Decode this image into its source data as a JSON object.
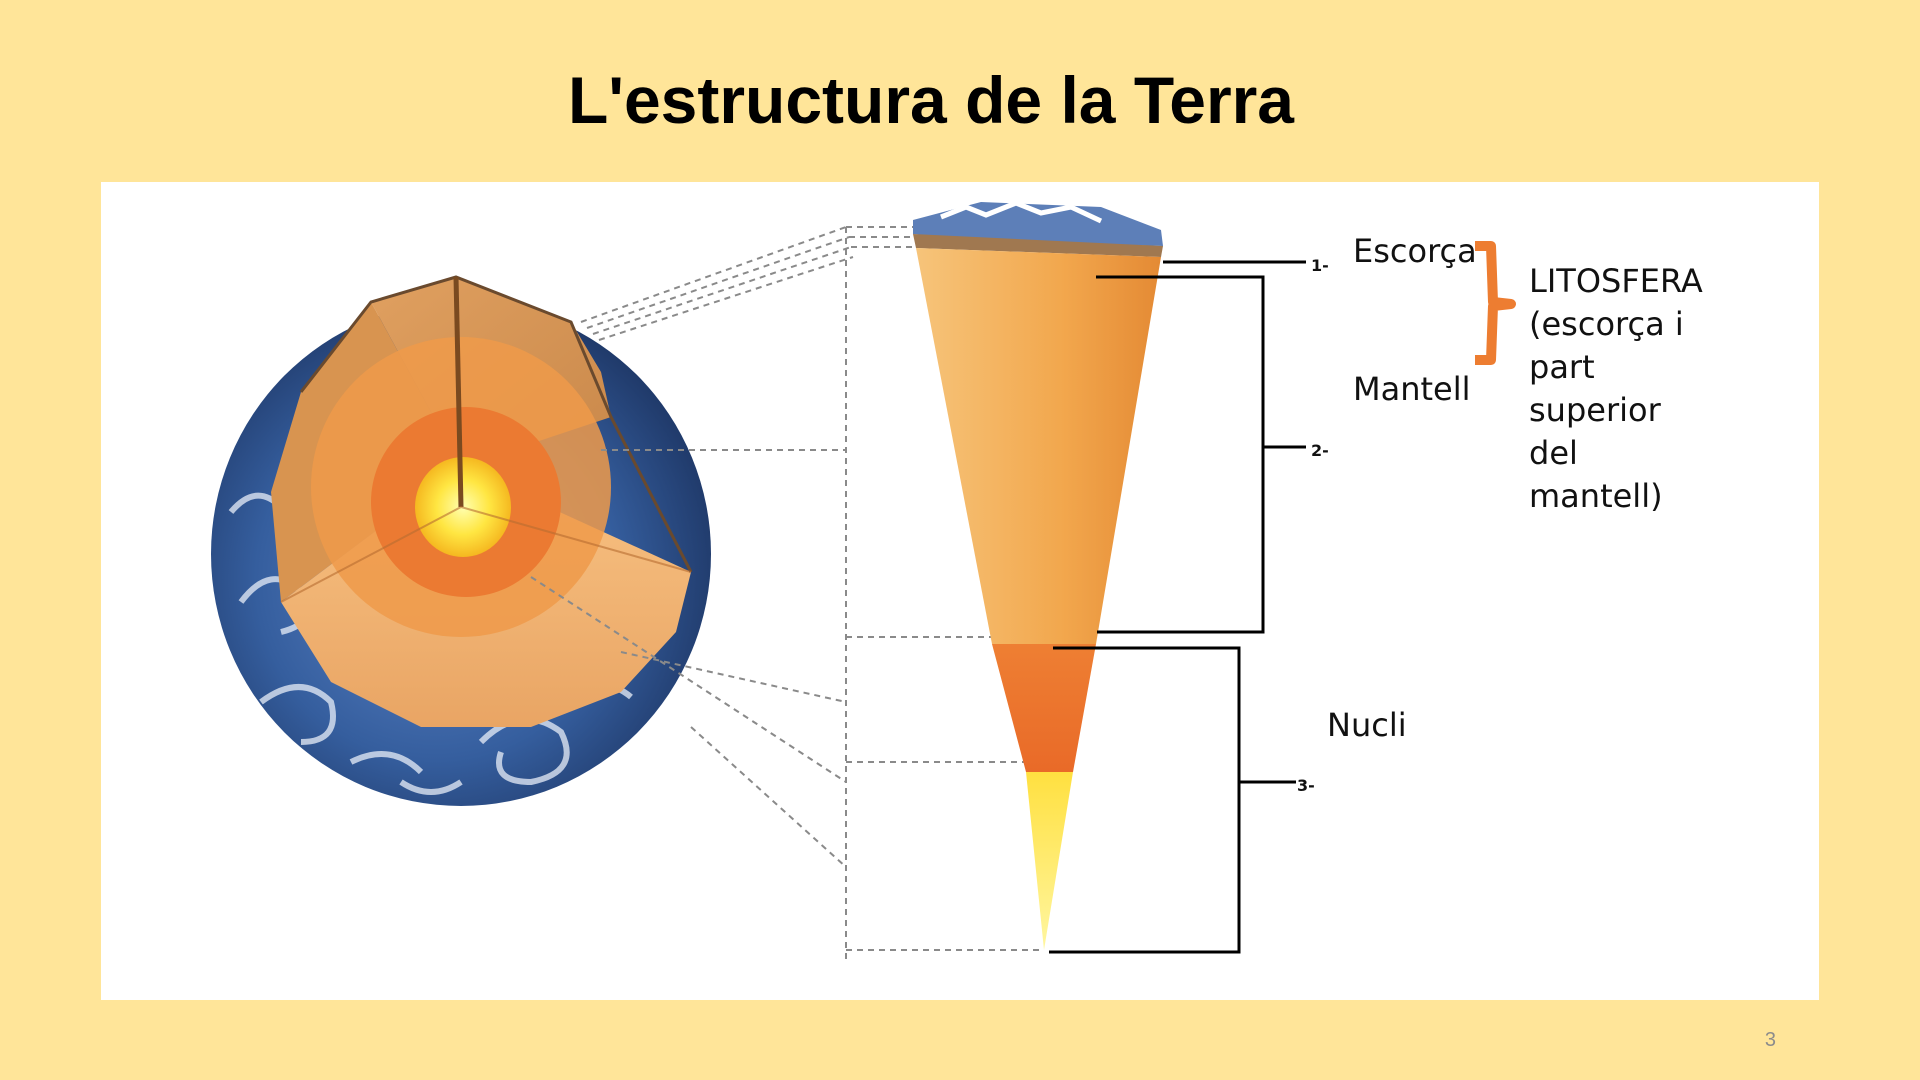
{
  "slide": {
    "title": "L'estructura de la Terra",
    "page_number": "3"
  },
  "diagram": {
    "labels": {
      "crust": "Escorça",
      "mantle": "Mantell",
      "core": "Nucli",
      "lithosphere_lines": [
        "LITOSFERA",
        "(escorça i",
        "part",
        "superior",
        "del",
        "mantell)"
      ]
    },
    "markers": [
      "1-",
      "2-",
      "3-"
    ],
    "colors": {
      "background": "#FFE599",
      "bracket": "#ED7D31",
      "crust": "#A07850",
      "mantle": "#F0A64A",
      "outer_core": "#EB7A32",
      "inner_core": "#FFE642"
    }
  }
}
